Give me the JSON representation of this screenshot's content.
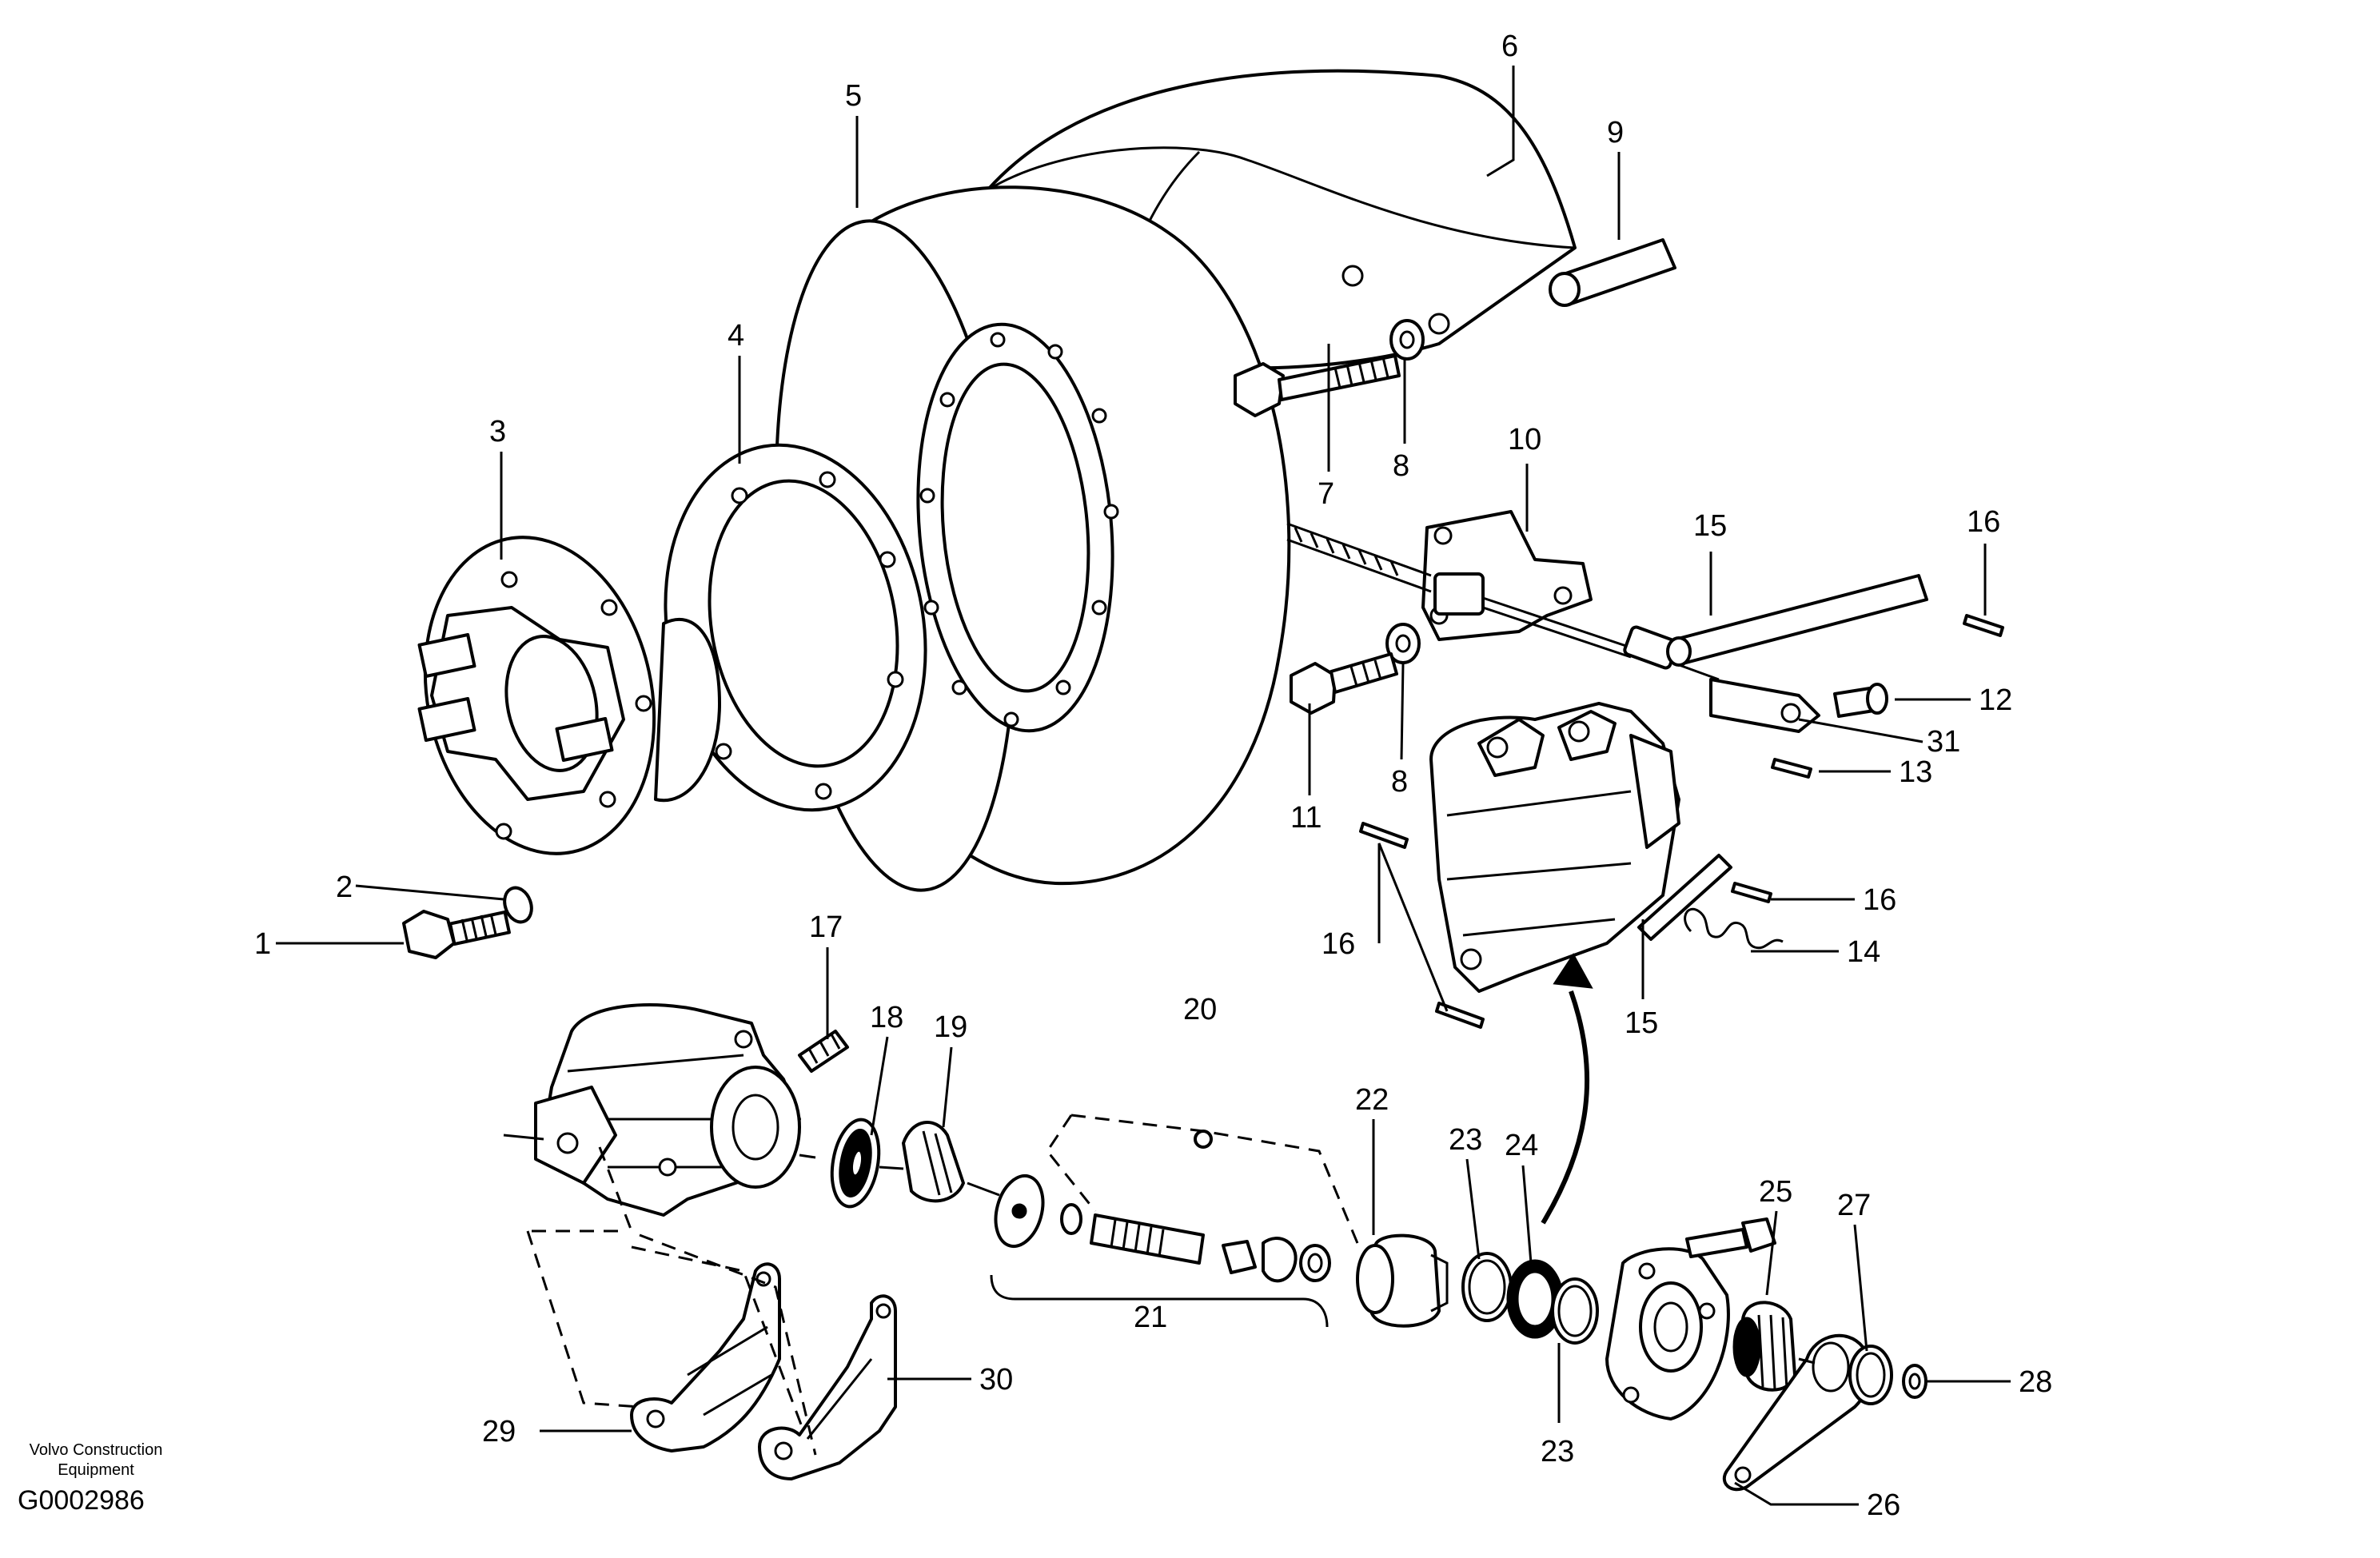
{
  "figure": {
    "credit_line1": "Volvo Construction",
    "credit_line2": "Equipment",
    "figure_id": "G0002986"
  },
  "callouts": [
    "1",
    "2",
    "3",
    "4",
    "5",
    "6",
    "7",
    "8",
    "8",
    "9",
    "10",
    "11",
    "12",
    "13",
    "14",
    "15",
    "15",
    "16",
    "16",
    "16",
    "17",
    "18",
    "19",
    "20",
    "21",
    "22",
    "23",
    "23",
    "24",
    "25",
    "26",
    "27",
    "28",
    "29",
    "30",
    "31"
  ],
  "colors": {
    "line": "#000000",
    "background": "#ffffff"
  }
}
